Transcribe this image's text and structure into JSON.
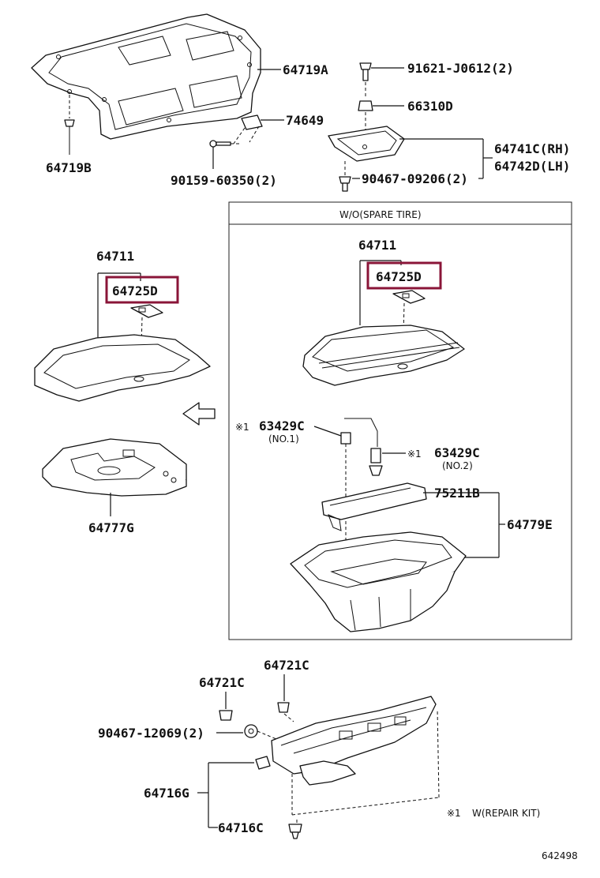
{
  "labels": {
    "p64719A": "64719A",
    "p64719B": "64719B",
    "p91621": "91621-J0612(2)",
    "p66310D": "66310D",
    "p74649": "74649",
    "p90159": "90159-60350(2)",
    "p64741C": "64741C(RH)",
    "p64742D": "64742D(LH)",
    "p90467a": "90467-09206(2)",
    "p64711_left": "64711",
    "p64725D_left": "64725D",
    "p64777G": "64777G",
    "box_title": "W/O(SPARE TIRE)",
    "p64711_right": "64711",
    "p64725D_right": "64725D",
    "p63429C_1": "63429C",
    "no1": "(NO.1)",
    "p63429C_2": "63429C",
    "no2": "(NO.2)",
    "p75211B": "75211B",
    "p64779E": "64779E",
    "p64721C_a": "64721C",
    "p64721C_b": "64721C",
    "p90467b": "90467-12069(2)",
    "p64716G": "64716G",
    "p64716C": "64716C",
    "note": "W(REPAIR KIT)",
    "ref_mark": "※1",
    "diagram_no": "642498"
  },
  "colors": {
    "highlight": "#8a1538",
    "line": "#111111"
  }
}
